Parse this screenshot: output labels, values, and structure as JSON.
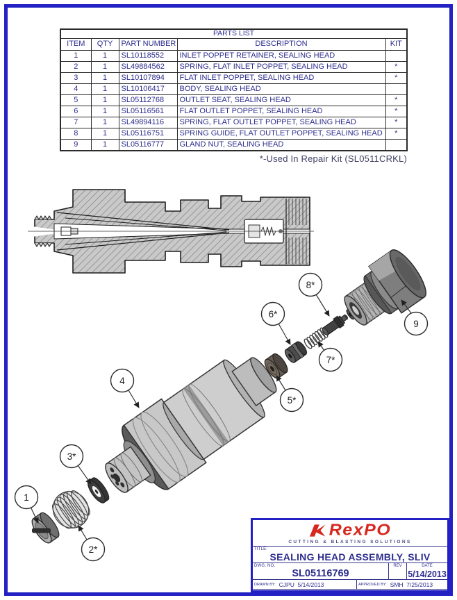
{
  "parts_list": {
    "title": "PARTS LIST",
    "columns": [
      "ITEM",
      "QTY",
      "PART NUMBER",
      "DESCRIPTION",
      "KIT"
    ],
    "rows": [
      {
        "item": "1",
        "qty": "1",
        "part_number": "SL10118552",
        "description": "INLET POPPET RETAINER, SEALING HEAD",
        "kit": ""
      },
      {
        "item": "2",
        "qty": "1",
        "part_number": "SL49884562",
        "description": "SPRING, FLAT INLET POPPET, SEALING HEAD",
        "kit": "*"
      },
      {
        "item": "3",
        "qty": "1",
        "part_number": "SL10107894",
        "description": "FLAT INLET POPPET, SEALING HEAD",
        "kit": "*"
      },
      {
        "item": "4",
        "qty": "1",
        "part_number": "SL10106417",
        "description": "BODY, SEALING HEAD",
        "kit": ""
      },
      {
        "item": "5",
        "qty": "1",
        "part_number": "SL05112768",
        "description": "OUTLET SEAT, SEALING HEAD",
        "kit": "*"
      },
      {
        "item": "6",
        "qty": "1",
        "part_number": "SL05116561",
        "description": "FLAT OUTLET POPPET, SEALING HEAD",
        "kit": "*"
      },
      {
        "item": "7",
        "qty": "1",
        "part_number": "SL49894116",
        "description": "SPRING, FLAT OUTLET POPPET, SEALING HEAD",
        "kit": "*"
      },
      {
        "item": "8",
        "qty": "1",
        "part_number": "SL05116751",
        "description": "SPRING GUIDE, FLAT OUTLET POPPET, SEALING HEAD",
        "kit": "*"
      },
      {
        "item": "9",
        "qty": "1",
        "part_number": "SL05116777",
        "description": "GLAND NUT, SEALING HEAD",
        "kit": ""
      }
    ],
    "note": "*-Used In Repair Kit (SL0511CRKL)"
  },
  "callouts": [
    {
      "label": "1"
    },
    {
      "label": "2*"
    },
    {
      "label": "3*"
    },
    {
      "label": "4"
    },
    {
      "label": "5*"
    },
    {
      "label": "6*"
    },
    {
      "label": "7*"
    },
    {
      "label": "8*"
    },
    {
      "label": "9"
    }
  ],
  "title_block": {
    "logo_text": "RexPO",
    "logo_tagline": "CUTTING & BLASTING SOLUTIONS",
    "title_label": "TITLE:",
    "title": "SEALING HEAD ASSEMBLY, SLIV",
    "dwg_no_label": "DWG. NO.",
    "dwg_no": "SL05116769",
    "rev_label": "REV",
    "rev": "",
    "date_label": "DATE",
    "date": "5/14/2013",
    "drawn_by_label": "DRAWN BY:",
    "drawn_by": "CJPU  5/14/2013",
    "approved_by_label": "APPROVED BY:",
    "approved_by": "SMH  7/25/2013"
  },
  "colors": {
    "frame_blue": "#2321c3",
    "text_navy": "#2d2d8e",
    "logo_red": "#d6281e"
  }
}
